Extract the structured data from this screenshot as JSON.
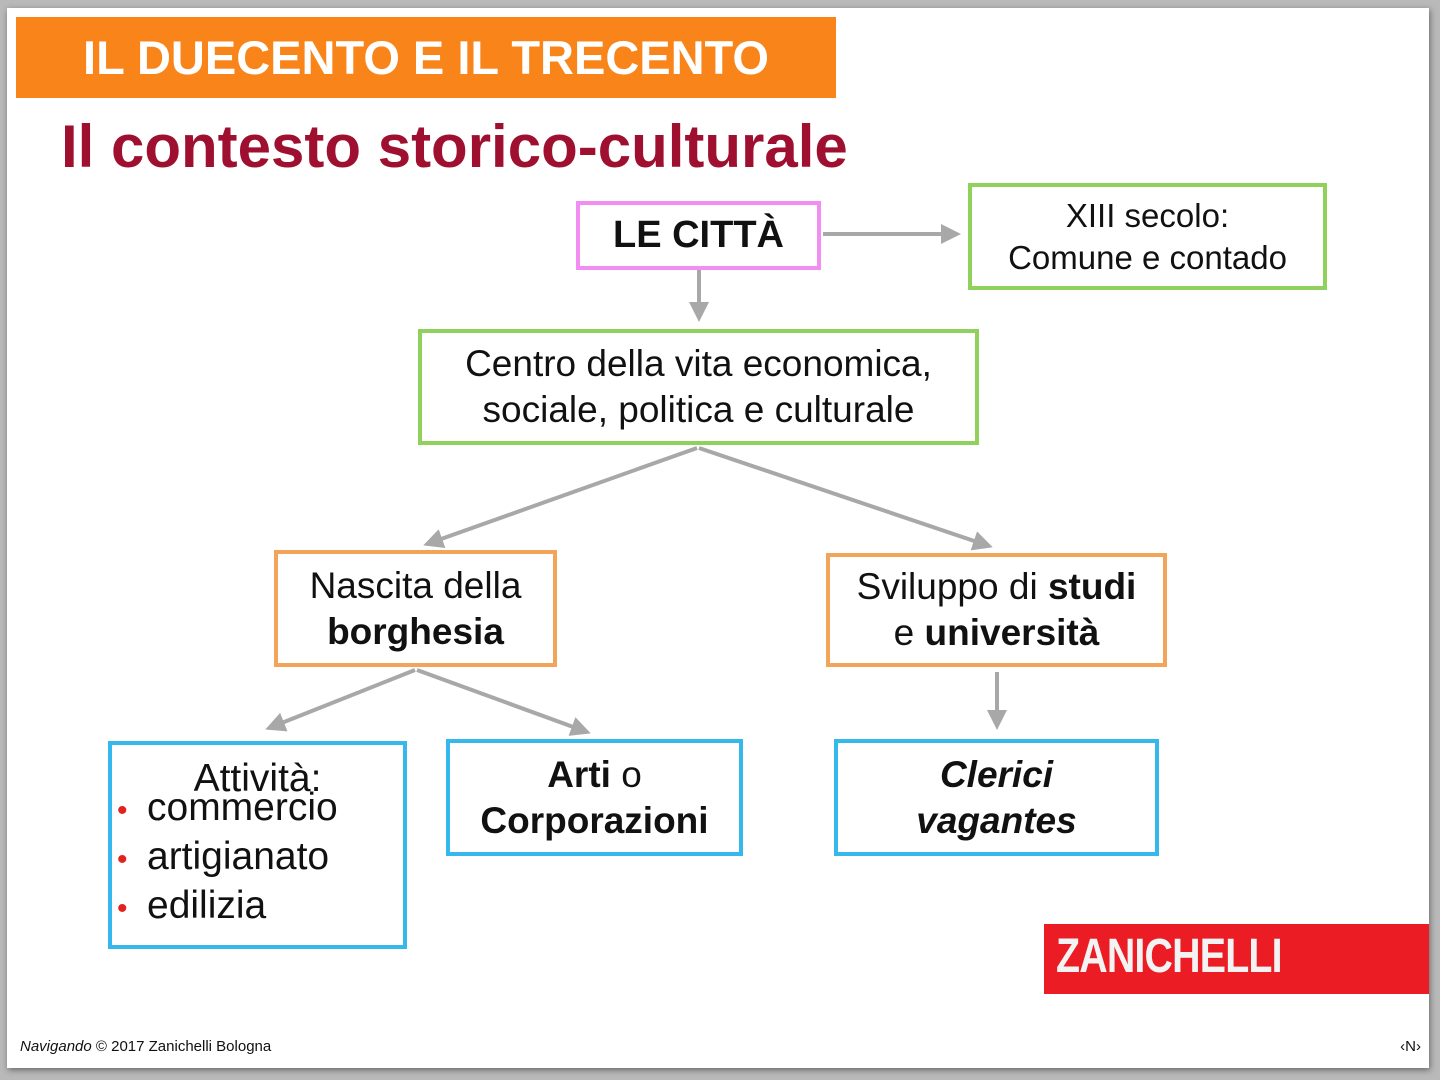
{
  "banner": {
    "title": "IL DUECENTO E IL TRECENTO",
    "color": "#f9851a"
  },
  "subtitle": {
    "text": "Il contesto storico-culturale",
    "color": "#9f0f2f"
  },
  "diagram": {
    "citta": {
      "text": "LE CITTÀ",
      "border": "#f48df2"
    },
    "secolo": {
      "line1": "XIII secolo:",
      "line2": "Comune e contado",
      "border": "#8fd15c"
    },
    "centro": {
      "line1": "Centro della vita economica,",
      "line2": "sociale, politica e culturale",
      "border": "#8fd15c"
    },
    "borghesia": {
      "line1": "Nascita della",
      "line2": "borghesia",
      "border": "#f2a55a"
    },
    "sviluppo": {
      "pre": "Sviluppo di ",
      "studi": "studi",
      "e": "e ",
      "universita": "università",
      "border": "#f2a55a"
    },
    "attivita": {
      "title": "Attività:",
      "items": [
        "commercio",
        "artigianato",
        "edilizia"
      ],
      "bullet": "•",
      "bullet_color": "#e0231c",
      "border": "#35b9ec"
    },
    "arti": {
      "arti": "Arti",
      "o": " o",
      "corporazioni": "Corporazioni",
      "border": "#35b9ec"
    },
    "clerici": {
      "line1": "Clerici",
      "line2": "vagantes",
      "border": "#35b9ec"
    },
    "arrow_color": "#a8a8a8"
  },
  "logo": {
    "text": "ZANICHELLI",
    "color": "#eb1c24"
  },
  "footer": {
    "book": "Navigando",
    "rest": " © 2017 Zanichelli  Bologna"
  },
  "page_number": "‹N›"
}
